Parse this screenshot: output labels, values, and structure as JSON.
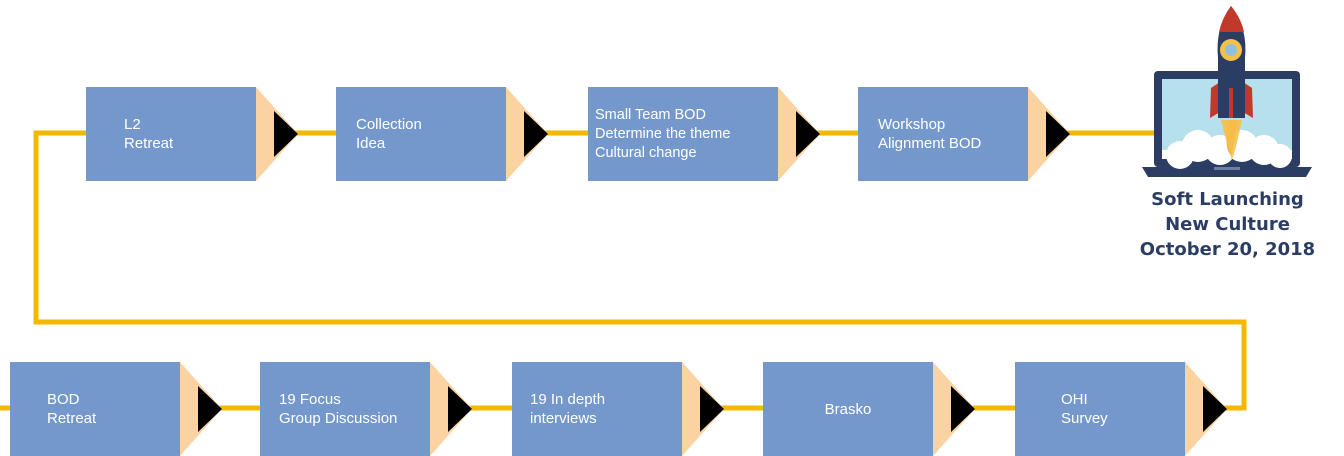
{
  "top_row": [
    {
      "lines": [
        "L2",
        "Retreat"
      ]
    },
    {
      "lines": [
        "Collection",
        "Idea"
      ]
    },
    {
      "lines": [
        "Small Team BOD",
        "Determine the theme",
        "Cultural change"
      ]
    },
    {
      "lines": [
        "Workshop",
        "Alignment BOD"
      ]
    }
  ],
  "bottom_row": [
    {
      "lines": [
        "BOD",
        "Retreat"
      ]
    },
    {
      "lines": [
        "19 Focus",
        "Group Discussion"
      ]
    },
    {
      "lines": [
        "19 In depth",
        "interviews"
      ]
    },
    {
      "lines": [
        "Brasko"
      ]
    },
    {
      "lines": [
        "OHI",
        "Survey"
      ]
    }
  ],
  "launch": {
    "line1": "Soft Launching",
    "line2": "New Culture",
    "line3": "October 20, 2018"
  },
  "colors": {
    "box": "#7498cc",
    "tip": "#fbd3a3",
    "arrow": "#000000",
    "connector": "#f5b800",
    "title": "#2b3d63"
  },
  "icons": [
    "rocket-icon",
    "laptop-icon",
    "cloud-icon"
  ]
}
